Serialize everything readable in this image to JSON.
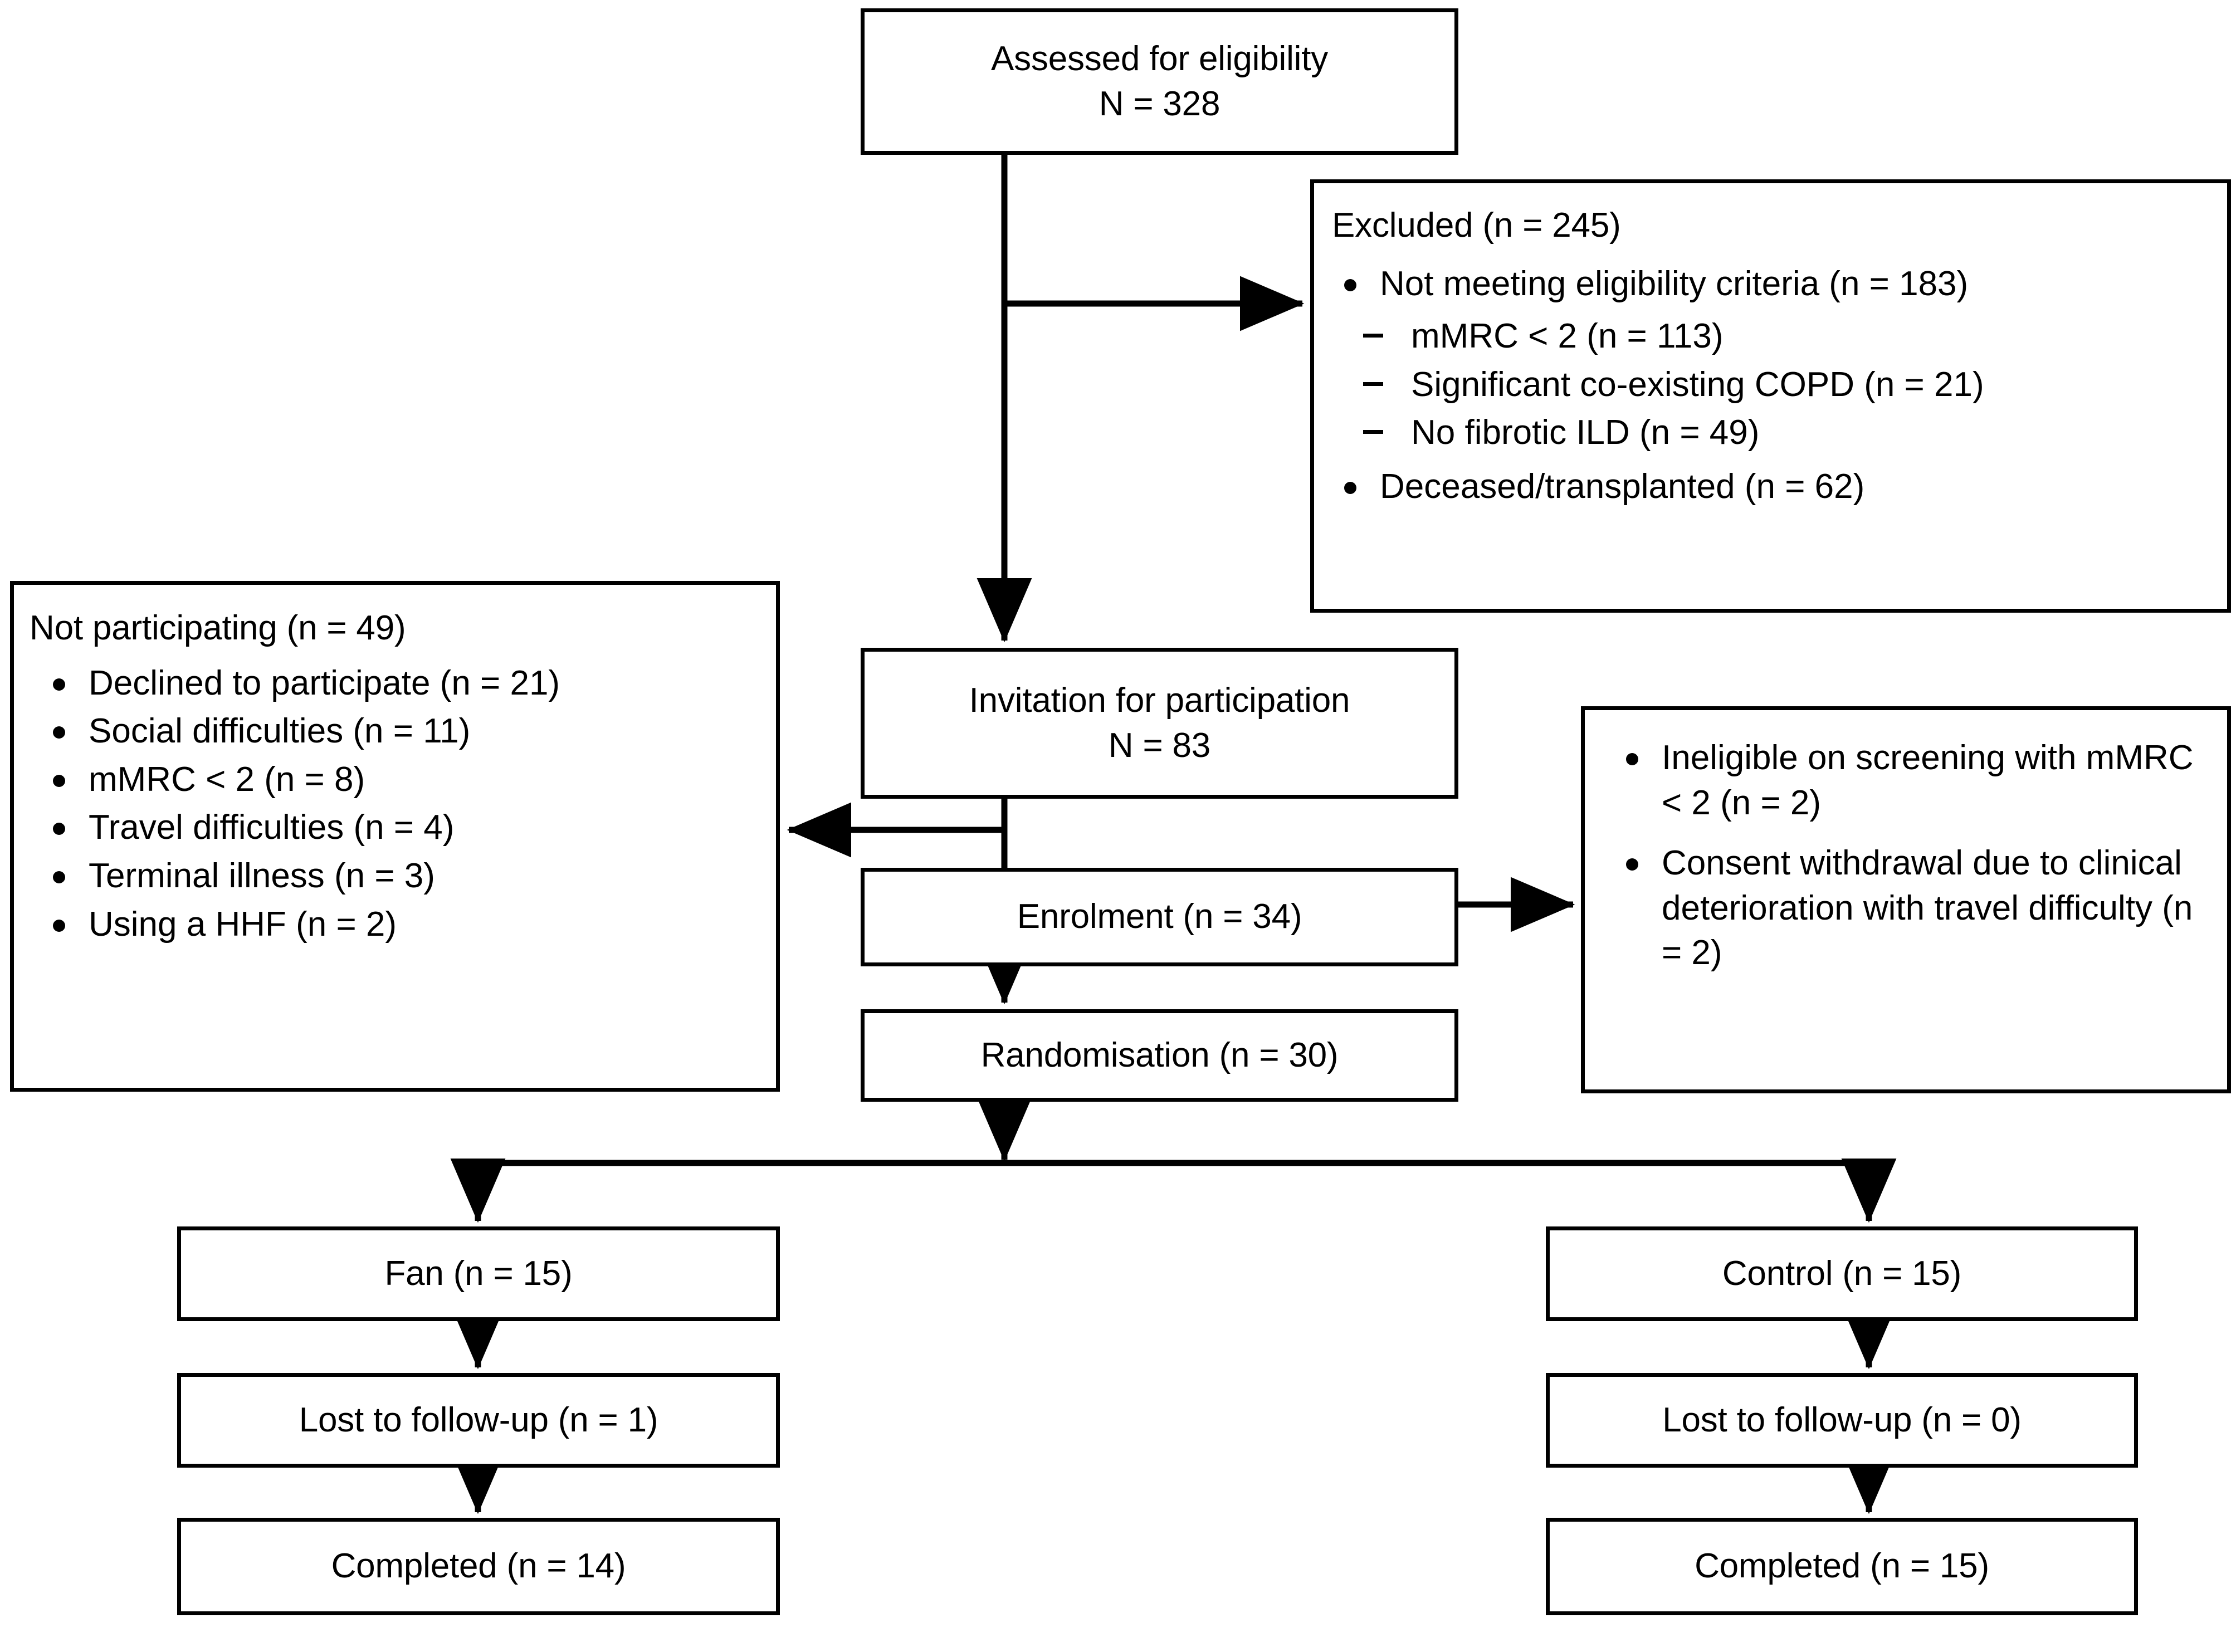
{
  "diagram": {
    "type": "consort-flow-diagram",
    "title": "CONSORT participant flow diagram",
    "line_color": "#000000",
    "box_fill": "#ffffff"
  },
  "nodes": {
    "assessed": {
      "line1": "Assessed for eligibility",
      "line2": "N = 328"
    },
    "excluded": {
      "heading": "Excluded (n = 245)",
      "bullets": [
        {
          "text": "Not meeting eligibility criteria (n = 183)"
        },
        {
          "text": "Deceased/transplanted (n = 62)"
        }
      ],
      "subitems": [
        "mMRC < 2 (n = 113)",
        "Significant co-existing COPD (n = 21)",
        "No fibrotic ILD (n = 49)"
      ]
    },
    "not_participating": {
      "heading": "Not participating (n = 49)",
      "bullets": [
        "Declined to participate (n = 21)",
        "Social difficulties (n = 11)",
        "mMRC < 2 (n = 8)",
        "Travel difficulties (n = 4)",
        "Terminal illness (n = 3)",
        "Using a HHF (n = 2)"
      ]
    },
    "invitation": {
      "line1": "Invitation for participation",
      "line2": "N = 83"
    },
    "enrolment": {
      "label": "Enrolment (n = 34)"
    },
    "randomisation": {
      "label": "Randomisation (n = 30)"
    },
    "screen_fail": {
      "bullets": [
        "Ineligible on screening with mMRC < 2 (n = 2)",
        "Consent withdrawal due to clinical deterioration with travel difficulty (n = 2)"
      ]
    },
    "fan_arm": {
      "allocation": "Fan (n = 15)",
      "lost": "Lost to follow-up (n = 1)",
      "completed": "Completed (n = 14)"
    },
    "control_arm": {
      "allocation": "Control (n = 15)",
      "lost": "Lost to follow-up (n = 0)",
      "completed": "Completed (n = 15)"
    }
  }
}
